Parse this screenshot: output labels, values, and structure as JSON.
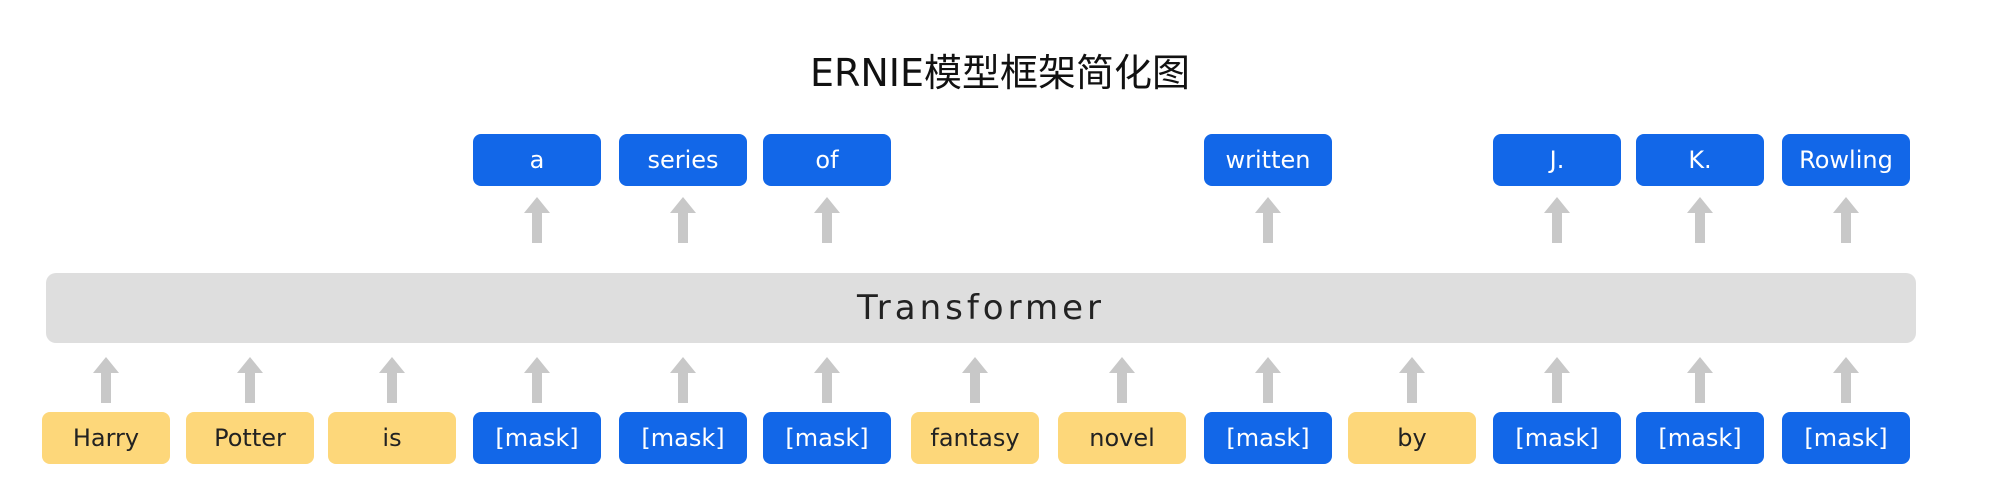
{
  "title": "ERNIE模型框架简化图",
  "transformer_label": "Transformer",
  "inputs": [
    {
      "text": "Harry",
      "kind": "plain"
    },
    {
      "text": "Potter",
      "kind": "plain"
    },
    {
      "text": "is",
      "kind": "plain"
    },
    {
      "text": "[mask]",
      "kind": "mask"
    },
    {
      "text": "[mask]",
      "kind": "mask"
    },
    {
      "text": "[mask]",
      "kind": "mask"
    },
    {
      "text": "fantasy",
      "kind": "plain"
    },
    {
      "text": "novel",
      "kind": "plain"
    },
    {
      "text": "[mask]",
      "kind": "mask"
    },
    {
      "text": "by",
      "kind": "plain"
    },
    {
      "text": "[mask]",
      "kind": "mask"
    },
    {
      "text": "[mask]",
      "kind": "mask"
    },
    {
      "text": "[mask]",
      "kind": "mask"
    }
  ],
  "outputs": [
    {
      "text": "a",
      "input_index": 3
    },
    {
      "text": "series",
      "input_index": 4
    },
    {
      "text": "of",
      "input_index": 5
    },
    {
      "text": "written",
      "input_index": 8
    },
    {
      "text": "J.",
      "input_index": 10
    },
    {
      "text": "K.",
      "input_index": 11
    },
    {
      "text": "Rowling",
      "input_index": 12
    }
  ],
  "colors": {
    "plain_token": "#FDD77A",
    "mask_token": "#1267E8",
    "transformer_bar": "#DEDEDE",
    "arrow": "#C8C8C8"
  }
}
